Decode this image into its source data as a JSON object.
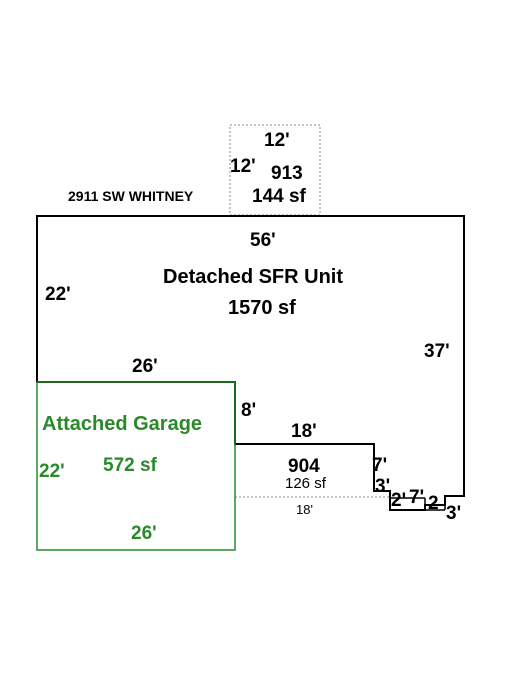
{
  "address": "2911 SW WHITNEY",
  "colors": {
    "line": "#000000",
    "garage": "#2a8a2a",
    "dotted": "#888888"
  },
  "areas": {
    "main": {
      "name": "Detached SFR Unit",
      "area": "1570 sf",
      "dims": {
        "top": "56'",
        "left": "22'",
        "right": "37'",
        "inner_bottom": "26'",
        "step": "8'",
        "lower": "18'",
        "seg_a": "7'",
        "seg_b": "3'",
        "seg_c": "2'",
        "seg_d": "7'",
        "seg_e": "2",
        "seg_f": "3'"
      }
    },
    "garage": {
      "name": "Attached Garage",
      "area": "572 sf",
      "dims": {
        "left": "22'",
        "bottom": "26'"
      }
    },
    "a913": {
      "code": "913",
      "area": "144 sf",
      "dims": {
        "top": "12'",
        "left": "12'"
      }
    },
    "a904": {
      "code": "904",
      "area": "126 sf",
      "dims": {
        "bottom": "18'"
      }
    }
  }
}
